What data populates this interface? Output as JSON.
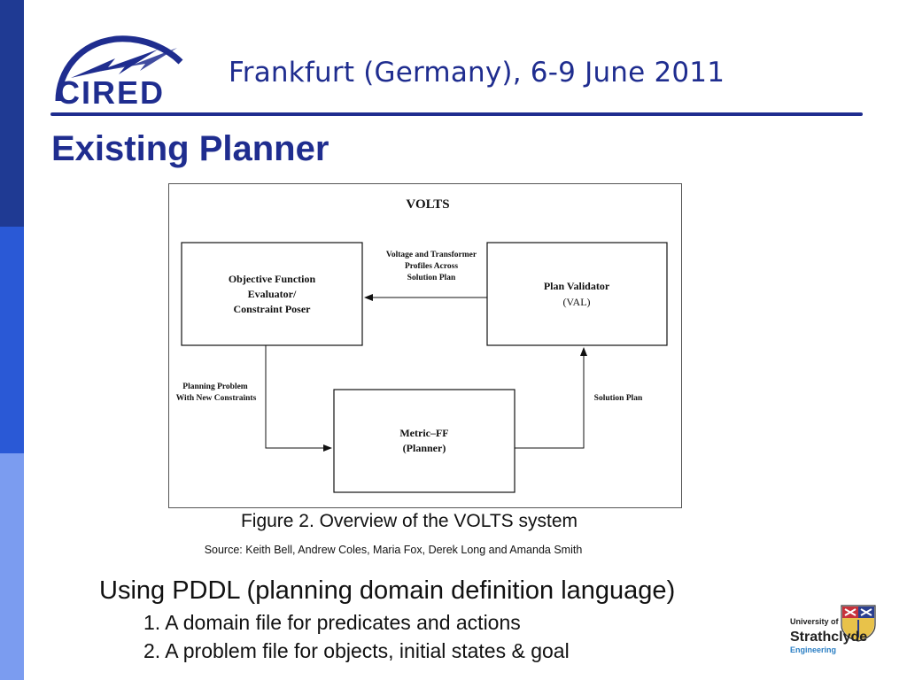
{
  "header": {
    "conference": "Frankfurt (Germany), 6-9 June 2011",
    "logo_text": "CIRED"
  },
  "colors": {
    "brand_blue": "#1f2d8f",
    "sidebar_dark": "#1f3a93",
    "sidebar_mid": "#2a59d6",
    "sidebar_light": "#7b9cf0"
  },
  "slide": {
    "title": "Existing Planner"
  },
  "diagram": {
    "title": "VOLTS",
    "box_objective": [
      "Objective Function",
      "Evaluator/",
      "Constraint Poser"
    ],
    "box_validator": [
      "Plan Validator",
      "(VAL)"
    ],
    "box_planner": [
      "Metric–FF",
      "(Planner)"
    ],
    "label_profiles": [
      "Voltage and Transformer",
      "Profiles Across",
      "Solution Plan"
    ],
    "label_problem": [
      "Planning Problem",
      "With New Constraints"
    ],
    "label_solution": "Solution Plan"
  },
  "figure": {
    "caption": "Figure 2. Overview of the VOLTS system",
    "source": "Source: Keith Bell, Andrew Coles, Maria Fox, Derek Long and Amanda Smith"
  },
  "body": {
    "main": "Using PDDL (planning domain definition language)",
    "items": [
      "1. A domain file for predicates and actions",
      "2. A problem file for objects, initial states & goal"
    ]
  },
  "university": {
    "line1": "University of",
    "line2": "Strathclyde",
    "line3": "Engineering"
  }
}
